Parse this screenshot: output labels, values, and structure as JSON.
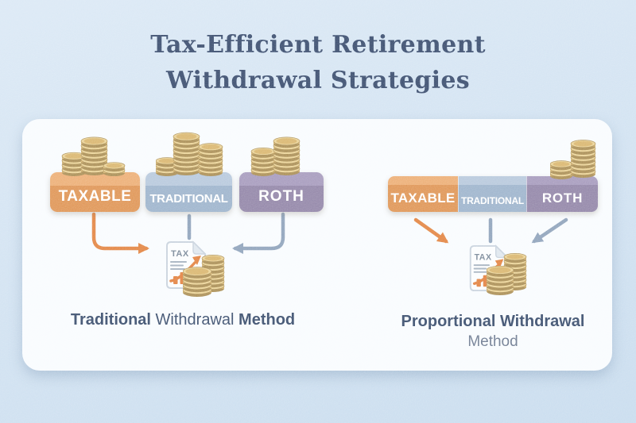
{
  "title": {
    "line1": "Tax-Efficient Retirement",
    "line2": "Withdrawal Strategies"
  },
  "colors": {
    "bg_top": "#d7e6f4",
    "bg_bottom": "#c2d8ec",
    "card": "#f8fbfe",
    "title": "#24395e",
    "caption": "#23395c",
    "caption_muted": "#5d6c84",
    "label_text": "#ffffff",
    "orange_main": "#dc8a43",
    "orange_light": "#eba667",
    "blue_main": "#93acc7",
    "blue_light": "#b0c3d9",
    "purple_main": "#87799f",
    "purple_light": "#9d90b6",
    "arrow_orange": "#e0782e",
    "arrow_gray": "#8399b4",
    "coin_body": "#d7b063",
    "coin_body_alt": "#ddba70",
    "coin_top": "#e9cf8d",
    "coin_edge": "#a28343",
    "coin_face": "#d2a958",
    "doc_paper": "#fbfdfe",
    "doc_border": "#c3ceda",
    "doc_fold": "#dce5ed",
    "doc_text": "#6c7c8e",
    "doc_line": "#8c9cad",
    "doc_accent": "#e0752c"
  },
  "left_panel": {
    "accounts": [
      {
        "label": "TAXABLE"
      },
      {
        "label": "TRADITIONAL"
      },
      {
        "label": "ROTH"
      }
    ],
    "tax_doc_label": "TAX",
    "caption": {
      "part1": "Traditional",
      "part2": "Withdrawal",
      "part3": "Method"
    }
  },
  "right_panel": {
    "segments": [
      {
        "label": "TAXABLE"
      },
      {
        "label": "TRADITIONAL"
      },
      {
        "label": "ROTH"
      }
    ],
    "tax_doc_label": "TAX",
    "caption_line1": "Proportional Withdrawal",
    "caption_line2": "Method"
  }
}
